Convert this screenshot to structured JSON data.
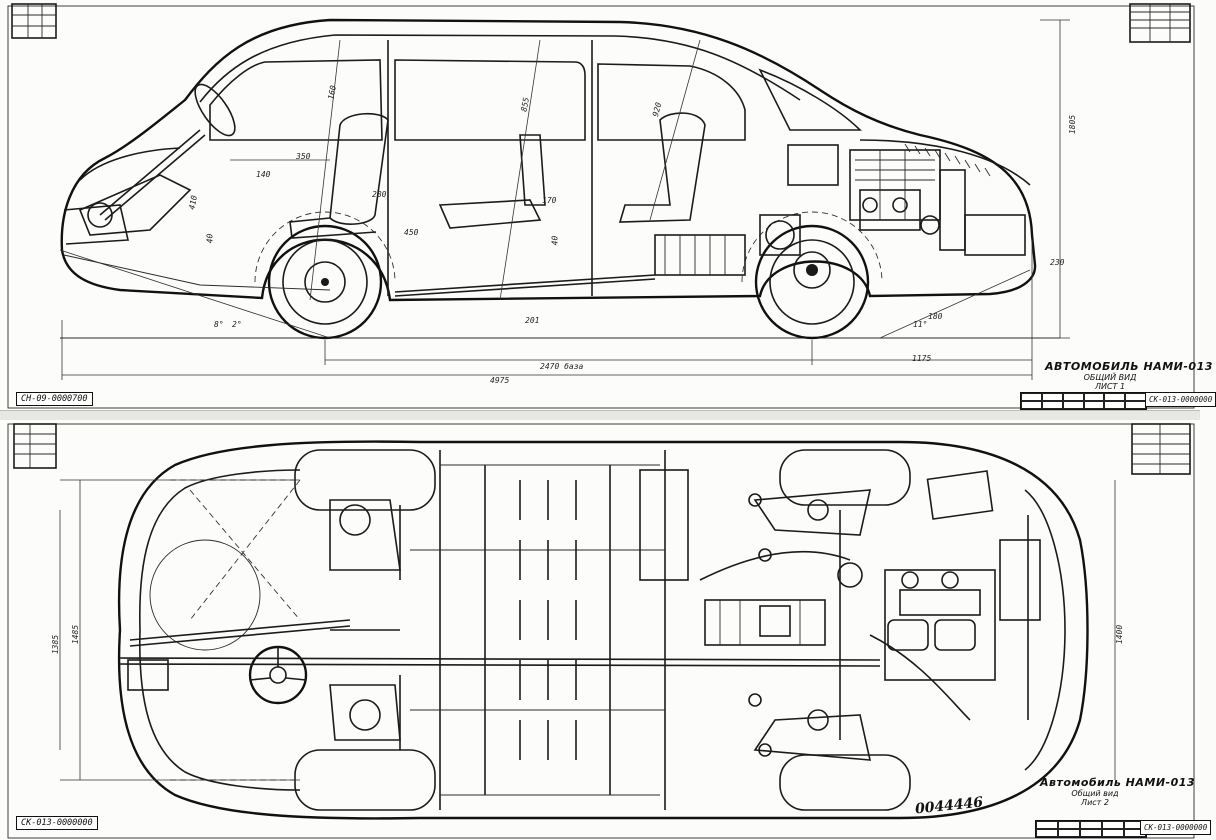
{
  "top_sheet": {
    "code_left": "СН-09-0000700",
    "title": "АВТОМОБИЛЬ НАМИ-013",
    "subtitle": "ОБЩИЙ ВИД",
    "sheet": "ЛИСТ 1",
    "code_right": "СК-013-0000000",
    "dimensions": {
      "d_1805": "1805",
      "d_160": "160",
      "d_350": "350",
      "d_855": "855",
      "d_920": "920",
      "d_280": "280",
      "d_450": "450",
      "d_410": "410",
      "d_40a": "40",
      "d_40b": "40",
      "d_140": "140",
      "d_170": "170",
      "d_2470": "2470 база",
      "d_4975": "4975",
      "d_1175": "1175",
      "d_201": "201",
      "d_230": "230",
      "d_8": "8°",
      "d_11": "11°",
      "d_2": "2°",
      "d_180": "180"
    }
  },
  "bottom_sheet": {
    "code_left": "СК-013-0000000",
    "title": "Автомобиль НАМИ-013",
    "subtitle": "Общий вид",
    "sheet": "Лист 2",
    "code_right": "СК-013-0000000",
    "dimensions": {
      "d_1485": "1485",
      "d_1385": "1385",
      "d_1400": "1400"
    }
  },
  "handwritten_number": "0044446",
  "colors": {
    "ink": "#1b1b1b",
    "paper": "#fcfcfa"
  }
}
